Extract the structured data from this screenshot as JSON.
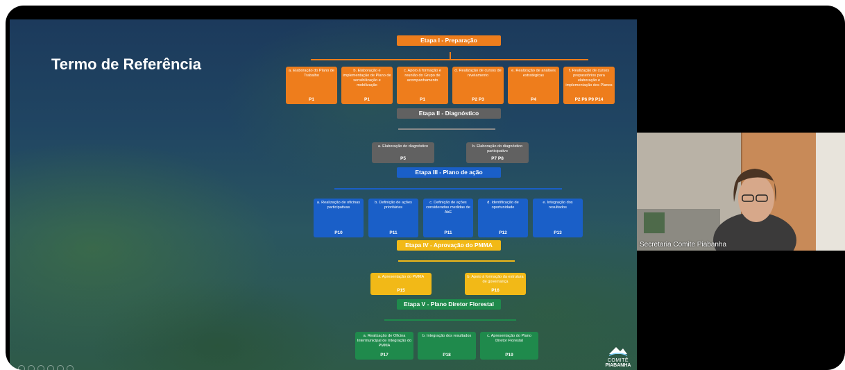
{
  "slide": {
    "title": "Termo de Referência",
    "stages": [
      {
        "label": "Etapa I - Preparação",
        "color": "#ee7d1c"
      },
      {
        "label": "Etapa II - Diagnóstico",
        "color": "#616161"
      },
      {
        "label": "Etapa III - Plano de ação",
        "color": "#1a5fc8"
      },
      {
        "label": "Etapa IV - Aprovação do PMMA",
        "color": "#f2b917"
      },
      {
        "label": "Etapa V - Plano Diretor Florestal",
        "color": "#1f8a4c"
      }
    ],
    "stage1_boxes": [
      {
        "text": "a. Elaboração do Plano de Trabalho",
        "code": "P1"
      },
      {
        "text": "b. Elaboração e implementação de Plano de sensibilização e mobilização",
        "code": "P1"
      },
      {
        "text": "c. Apoio à formação e reunião do Grupo de acompanhamento",
        "code": "P1"
      },
      {
        "text": "d. Realização de cursos de nivelamento",
        "code": "P2  P3"
      },
      {
        "text": "e. Realização de análises estratégicas",
        "code": "P4"
      },
      {
        "text": "f. Realização de cursos preparatórios para elaboração e implementação dos Planos",
        "code": "P2  P6  P9  P14"
      }
    ],
    "stage2_boxes": [
      {
        "text": "a. Elaboração do diagnóstico",
        "code": "P5"
      },
      {
        "text": "b. Elaboração do diagnóstico participativo",
        "code": "P7  P8"
      }
    ],
    "stage3_boxes": [
      {
        "text": "a. Realização de oficinas participativas",
        "code": "P10"
      },
      {
        "text": "b. Definição de ações prioritárias",
        "code": "P11"
      },
      {
        "text": "c. Definição de ações consideradas medidas de AbE",
        "code": "P11"
      },
      {
        "text": "d. Identificação de oportunidade",
        "code": "P12"
      },
      {
        "text": "e. Integração dos resultados",
        "code": "P13"
      }
    ],
    "stage4_boxes": [
      {
        "text": "a. Apresentação do PMMA",
        "code": "P15"
      },
      {
        "text": "b. Apoio à formação da estrutura de governança",
        "code": "P16"
      }
    ],
    "stage5_boxes": [
      {
        "text": "a. Realização de Oficina Intermunicipal de Integração do PMMA",
        "code": "P17"
      },
      {
        "text": "b. Integração dos resultados",
        "code": "P18"
      },
      {
        "text": "c. Apresentação do Plano Diretor Florestal",
        "code": "P19"
      }
    ],
    "logo": {
      "line1": "COMITÊ",
      "line2": "PIABANHA"
    }
  },
  "camera": {
    "participant_name": "Secretaria Comite Piabanha"
  },
  "controls": [
    "prev-icon",
    "play-icon",
    "zoom-icon",
    "settings-icon",
    "menu-icon",
    "more-icon"
  ]
}
